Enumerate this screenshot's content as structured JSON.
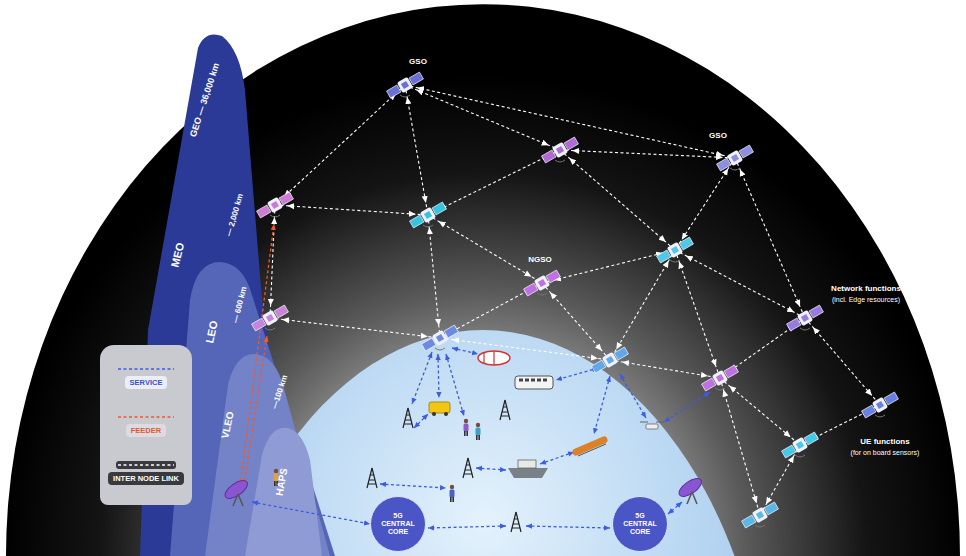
{
  "diagram": {
    "nodes": [
      {
        "text": [
          "5G CENTRAL CORE"
        ]
      },
      {
        "text": [
          "5G CENTRAL CORE"
        ]
      }
    ],
    "labels": [
      "GSO",
      "GSO",
      "NGSO",
      "Network functions",
      "(incl. Edge resources)",
      "UE functions",
      "(for on board sensors)",
      "GEO — 36,000 km",
      "MEO",
      "— 2,000 km",
      "LEO",
      "— 600 km",
      "VLEO",
      "—100 km",
      "HAPS"
    ],
    "legend": [
      {
        "text": "SERVICE"
      },
      {
        "text": "FEEDER"
      },
      {
        "text": "INTER NODE LINK"
      }
    ]
  }
}
